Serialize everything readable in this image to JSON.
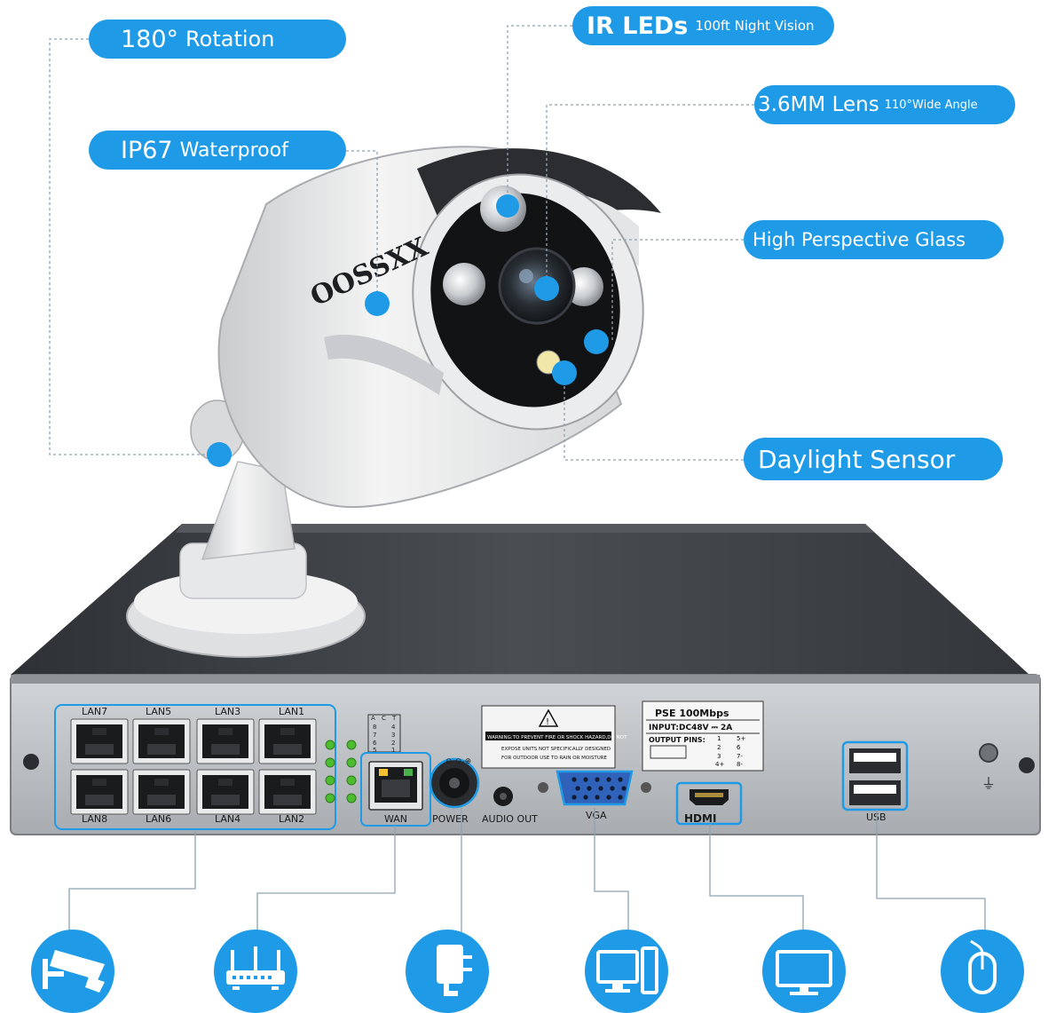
{
  "brand": "OOSSXX",
  "callouts": {
    "rotation": {
      "main": "180°",
      "sub": "Rotation"
    },
    "ir_leds": {
      "main": "IR LEDs",
      "sub": "100ft Night Vision"
    },
    "lens": {
      "main": "3.6MM Lens",
      "sub": "110°Wide Angle"
    },
    "waterproof": {
      "main": "IP67",
      "sub": "Waterproof"
    },
    "glass": {
      "main": "High Perspective Glass"
    },
    "daylight": {
      "main": "Daylight Sensor"
    }
  },
  "nvr": {
    "lan_top": [
      "LAN7",
      "LAN5",
      "LAN3",
      "LAN1"
    ],
    "lan_bottom": [
      "LAN8",
      "LAN6",
      "LAN4",
      "LAN2"
    ],
    "act_header": [
      "A",
      "C",
      "T"
    ],
    "act_rows": [
      [
        "8",
        "4"
      ],
      [
        "7",
        "3"
      ],
      [
        "6",
        "2"
      ],
      [
        "5",
        "1"
      ]
    ],
    "wan": "WAN",
    "power": "POWER",
    "audio": "AUDIO OUT",
    "vga": "VGA",
    "hdmi": "HDMI",
    "usb": "USB",
    "warning_line1": "WARNING:TO PREVENT FIRE OR SHOCK HAZARD,DO NOT",
    "warning_line2": "EXPOSE UNITS NOT SPECIFICALLY DESIGNED",
    "warning_line3": "FOR OUTDOOR USE TO RAIN OR MOISTURE",
    "pse_title": "PSE 100Mbps",
    "pse_input": "INPUT:DC48V ⎓ 2A",
    "pse_pins_label": "OUTPUT PINS:",
    "pse_pins": [
      [
        "1",
        "5+"
      ],
      [
        "2",
        "6"
      ],
      [
        "3",
        "7-"
      ],
      [
        "4+",
        "8-"
      ]
    ]
  },
  "icons": [
    "cctv-camera-icon",
    "router-icon",
    "power-adapter-icon",
    "computer-icon",
    "monitor-icon",
    "mouse-icon"
  ],
  "colors": {
    "accent": "#1e9ae6",
    "nvr_top": "#3a3d42",
    "nvr_panel": "#b9bdc1"
  }
}
